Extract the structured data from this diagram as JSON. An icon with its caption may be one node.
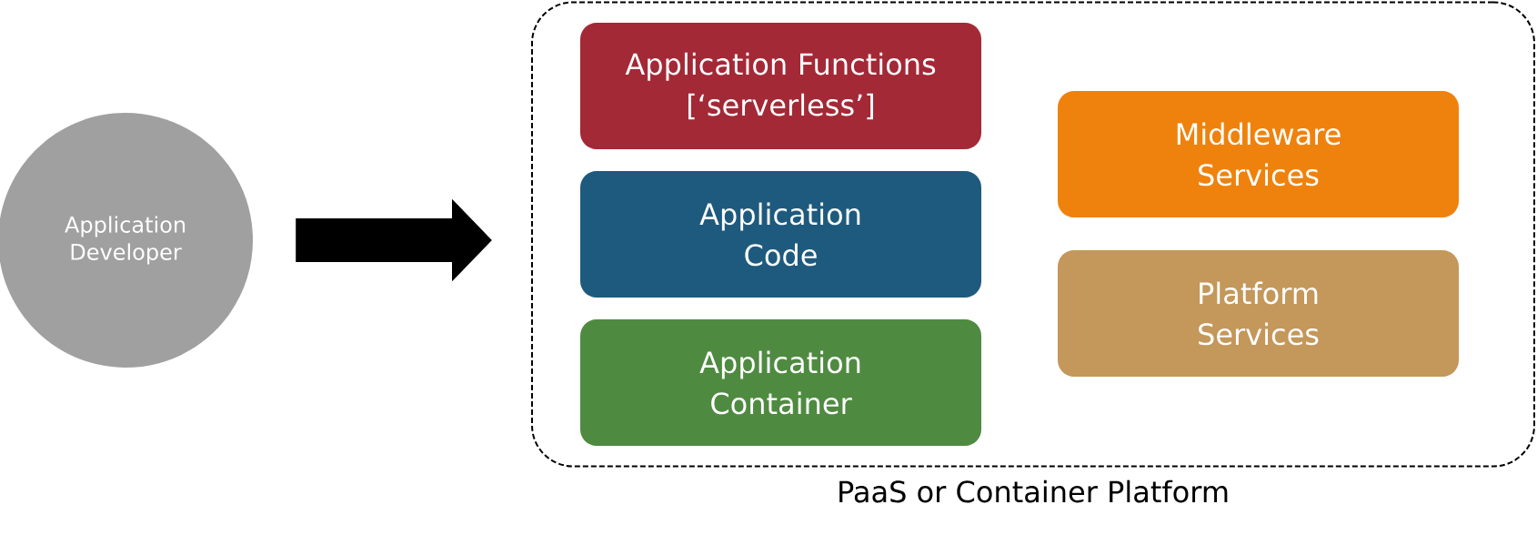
{
  "diagram": {
    "nodes": [
      {
        "text": [
          "Application Developer"
        ]
      },
      {
        "text": [
          "PaaS or Container Platform"
        ]
      },
      {
        "text": [
          "Application Functions [‘serverless’]"
        ],
        "in": 1
      },
      {
        "text": [
          "Application Code"
        ],
        "in": 1
      },
      {
        "text": [
          "Application Container"
        ],
        "in": 1
      },
      {
        "text": [
          "Middleware Services"
        ],
        "in": 1
      },
      {
        "text": [
          "Platform Services"
        ],
        "in": 1
      }
    ],
    "edges": [
      {
        "from": 0,
        "to": 1,
        "arrow": "to"
      }
    ]
  }
}
